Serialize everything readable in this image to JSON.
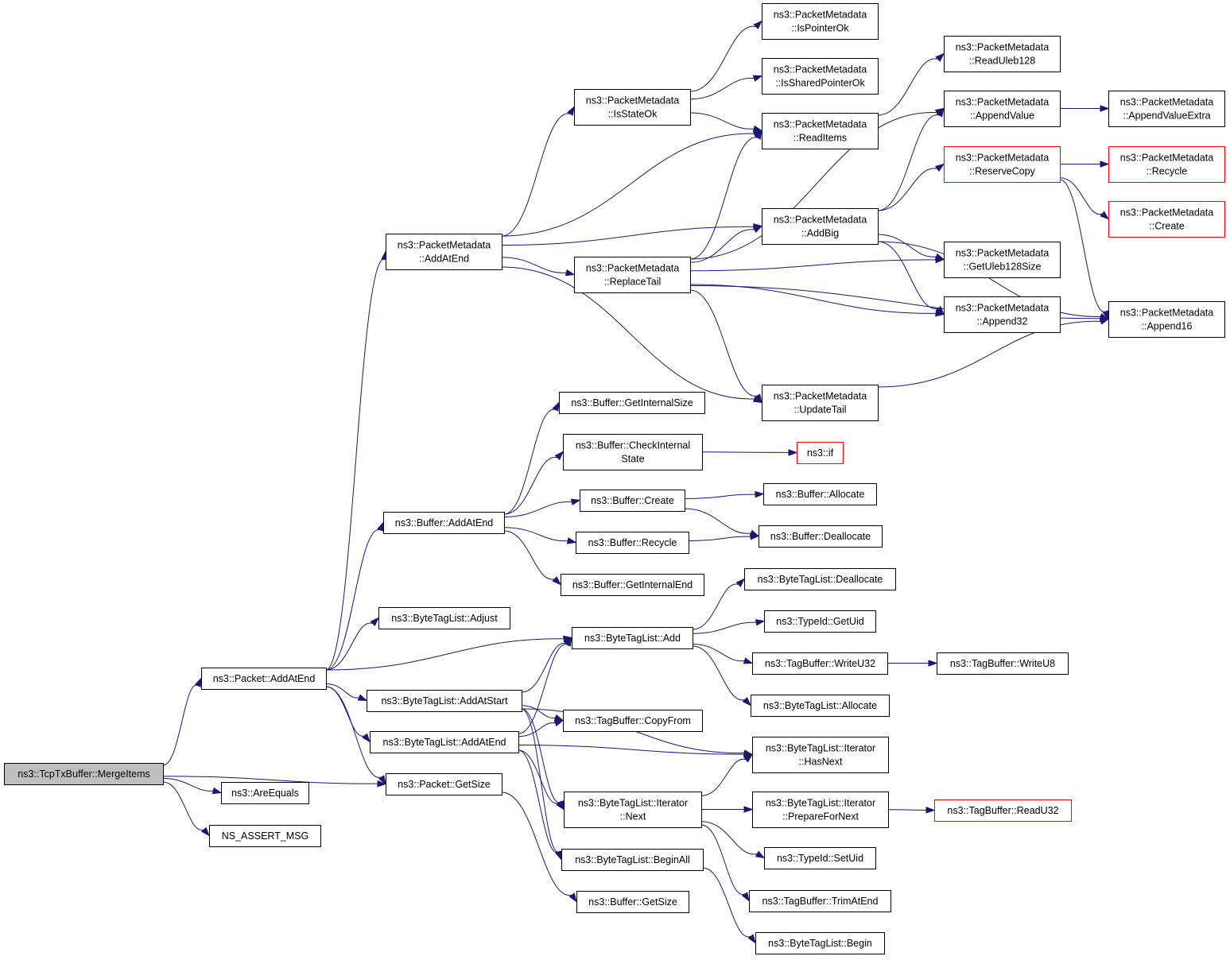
{
  "diagram": {
    "colors": {
      "edge": "#191970",
      "node_border": "#000000",
      "truncated_border": "#ff0000",
      "root_fill": "#bfbfbf"
    },
    "nodes": [
      {
        "id": "merge",
        "lines": [
          "ns3::TcpTxBuffer::MergeItems"
        ],
        "style": "root"
      },
      {
        "id": "pkt_addatend",
        "lines": [
          "ns3::Packet::AddAtEnd"
        ]
      },
      {
        "id": "areequals",
        "lines": [
          "ns3::AreEquals"
        ]
      },
      {
        "id": "nsassert",
        "lines": [
          "NS_ASSERT_MSG"
        ]
      },
      {
        "id": "pkt_getsize",
        "lines": [
          "ns3::Packet::GetSize"
        ]
      },
      {
        "id": "pm_addatend",
        "lines": [
          "ns3::PacketMetadata",
          "::AddAtEnd"
        ]
      },
      {
        "id": "buf_addatend",
        "lines": [
          "ns3::Buffer::AddAtEnd"
        ]
      },
      {
        "id": "btl_adjust",
        "lines": [
          "ns3::ByteTagList::Adjust"
        ]
      },
      {
        "id": "btl_addatstart",
        "lines": [
          "ns3::ByteTagList::AddAtStart"
        ]
      },
      {
        "id": "btl_addatend",
        "lines": [
          "ns3::ByteTagList::AddAtEnd"
        ]
      },
      {
        "id": "pm_isstateok",
        "lines": [
          "ns3::PacketMetadata",
          "::IsStateOk"
        ]
      },
      {
        "id": "pm_replacetail",
        "lines": [
          "ns3::PacketMetadata",
          "::ReplaceTail"
        ]
      },
      {
        "id": "pm_ispointerok",
        "lines": [
          "ns3::PacketMetadata",
          "::IsPointerOk"
        ]
      },
      {
        "id": "pm_issharedpointerok",
        "lines": [
          "ns3::PacketMetadata",
          "::IsSharedPointerOk"
        ]
      },
      {
        "id": "pm_readitems",
        "lines": [
          "ns3::PacketMetadata",
          "::ReadItems"
        ]
      },
      {
        "id": "pm_addbig",
        "lines": [
          "ns3::PacketMetadata",
          "::AddBig"
        ]
      },
      {
        "id": "pm_updatetail",
        "lines": [
          "ns3::PacketMetadata",
          "::UpdateTail"
        ]
      },
      {
        "id": "pm_readuleb128",
        "lines": [
          "ns3::PacketMetadata",
          "::ReadUleb128"
        ]
      },
      {
        "id": "pm_appendvalue",
        "lines": [
          "ns3::PacketMetadata",
          "::AppendValue"
        ]
      },
      {
        "id": "pm_reservecopy",
        "lines": [
          "ns3::PacketMetadata",
          "::ReserveCopy"
        ],
        "style": "trunc"
      },
      {
        "id": "pm_getuleb128size",
        "lines": [
          "ns3::PacketMetadata",
          "::GetUleb128Size"
        ]
      },
      {
        "id": "pm_append32",
        "lines": [
          "ns3::PacketMetadata",
          "::Append32"
        ]
      },
      {
        "id": "pm_appendvalueextra",
        "lines": [
          "ns3::PacketMetadata",
          "::AppendValueExtra"
        ]
      },
      {
        "id": "pm_recycle",
        "lines": [
          "ns3::PacketMetadata",
          "::Recycle"
        ],
        "style": "trunc"
      },
      {
        "id": "pm_create",
        "lines": [
          "ns3::PacketMetadata",
          "::Create"
        ],
        "style": "trunc"
      },
      {
        "id": "pm_append16",
        "lines": [
          "ns3::PacketMetadata",
          "::Append16"
        ]
      },
      {
        "id": "buf_getinternalsize",
        "lines": [
          "ns3::Buffer::GetInternalSize"
        ]
      },
      {
        "id": "buf_checkinternal",
        "lines": [
          "ns3::Buffer::CheckInternal",
          "State"
        ]
      },
      {
        "id": "buf_create",
        "lines": [
          "ns3::Buffer::Create"
        ]
      },
      {
        "id": "buf_recycle",
        "lines": [
          "ns3::Buffer::Recycle"
        ]
      },
      {
        "id": "buf_getinternalend",
        "lines": [
          "ns3::Buffer::GetInternalEnd"
        ]
      },
      {
        "id": "ns3_if",
        "lines": [
          "ns3::if"
        ],
        "style": "trunc"
      },
      {
        "id": "buf_allocate",
        "lines": [
          "ns3::Buffer::Allocate"
        ]
      },
      {
        "id": "buf_deallocate",
        "lines": [
          "ns3::Buffer::Deallocate"
        ]
      },
      {
        "id": "btl_add",
        "lines": [
          "ns3::ByteTagList::Add"
        ]
      },
      {
        "id": "tb_copyfrom",
        "lines": [
          "ns3::TagBuffer::CopyFrom"
        ]
      },
      {
        "id": "btli_next",
        "lines": [
          "ns3::ByteTagList::Iterator",
          "::Next"
        ]
      },
      {
        "id": "btl_beginall",
        "lines": [
          "ns3::ByteTagList::BeginAll"
        ]
      },
      {
        "id": "buf_getsize",
        "lines": [
          "ns3::Buffer::GetSize"
        ]
      },
      {
        "id": "btl_deallocate",
        "lines": [
          "ns3::ByteTagList::Deallocate"
        ]
      },
      {
        "id": "typeid_getuid",
        "lines": [
          "ns3::TypeId::GetUid"
        ]
      },
      {
        "id": "tb_writeu32",
        "lines": [
          "ns3::TagBuffer::WriteU32"
        ]
      },
      {
        "id": "btl_allocate",
        "lines": [
          "ns3::ByteTagList::Allocate"
        ]
      },
      {
        "id": "btli_hasnext",
        "lines": [
          "ns3::ByteTagList::Iterator",
          "::HasNext"
        ]
      },
      {
        "id": "btli_preparefornext",
        "lines": [
          "ns3::ByteTagList::Iterator",
          "::PrepareForNext"
        ]
      },
      {
        "id": "typeid_setuid",
        "lines": [
          "ns3::TypeId::SetUid"
        ]
      },
      {
        "id": "tb_trimatend",
        "lines": [
          "ns3::TagBuffer::TrimAtEnd"
        ]
      },
      {
        "id": "btl_begin",
        "lines": [
          "ns3::ByteTagList::Begin"
        ]
      },
      {
        "id": "tb_writeu8",
        "lines": [
          "ns3::TagBuffer::WriteU8"
        ]
      },
      {
        "id": "tb_readu32",
        "lines": [
          "ns3::TagBuffer::ReadU32"
        ],
        "style": "trunc"
      }
    ],
    "edges": [
      [
        "merge",
        "pkt_addatend"
      ],
      [
        "merge",
        "areequals"
      ],
      [
        "merge",
        "nsassert"
      ],
      [
        "merge",
        "pkt_getsize"
      ],
      [
        "pkt_addatend",
        "pm_addatend"
      ],
      [
        "pkt_addatend",
        "buf_addatend"
      ],
      [
        "pkt_addatend",
        "btl_adjust"
      ],
      [
        "pkt_addatend",
        "btl_add"
      ],
      [
        "pkt_addatend",
        "btl_addatstart"
      ],
      [
        "pkt_addatend",
        "btl_addatend"
      ],
      [
        "pkt_addatend",
        "pkt_getsize"
      ],
      [
        "pm_addatend",
        "pm_isstateok"
      ],
      [
        "pm_addatend",
        "pm_readitems"
      ],
      [
        "pm_addatend",
        "pm_addbig"
      ],
      [
        "pm_addatend",
        "pm_replacetail"
      ],
      [
        "pm_addatend",
        "pm_updatetail"
      ],
      [
        "pm_isstateok",
        "pm_ispointerok"
      ],
      [
        "pm_isstateok",
        "pm_issharedpointerok"
      ],
      [
        "pm_isstateok",
        "pm_readitems"
      ],
      [
        "pm_readitems",
        "pm_readuleb128"
      ],
      [
        "pm_replacetail",
        "pm_readitems"
      ],
      [
        "pm_replacetail",
        "pm_appendvalue"
      ],
      [
        "pm_replacetail",
        "pm_addbig"
      ],
      [
        "pm_replacetail",
        "pm_getuleb128size"
      ],
      [
        "pm_replacetail",
        "pm_append32"
      ],
      [
        "pm_replacetail",
        "pm_append16"
      ],
      [
        "pm_replacetail",
        "pm_updatetail"
      ],
      [
        "pm_addbig",
        "pm_appendvalue"
      ],
      [
        "pm_addbig",
        "pm_reservecopy"
      ],
      [
        "pm_addbig",
        "pm_getuleb128size"
      ],
      [
        "pm_addbig",
        "pm_append32"
      ],
      [
        "pm_addbig",
        "pm_append16"
      ],
      [
        "pm_appendvalue",
        "pm_appendvalueextra"
      ],
      [
        "pm_reservecopy",
        "pm_recycle"
      ],
      [
        "pm_reservecopy",
        "pm_create"
      ],
      [
        "pm_reservecopy",
        "pm_append16"
      ],
      [
        "pm_updatetail",
        "pm_append16"
      ],
      [
        "buf_addatend",
        "buf_getinternalsize"
      ],
      [
        "buf_addatend",
        "buf_checkinternal"
      ],
      [
        "buf_addatend",
        "buf_create"
      ],
      [
        "buf_addatend",
        "buf_recycle"
      ],
      [
        "buf_addatend",
        "buf_getinternalend"
      ],
      [
        "buf_checkinternal",
        "ns3_if"
      ],
      [
        "buf_create",
        "buf_allocate"
      ],
      [
        "buf_create",
        "buf_deallocate"
      ],
      [
        "buf_recycle",
        "buf_deallocate"
      ],
      [
        "btl_add",
        "btl_deallocate"
      ],
      [
        "btl_add",
        "typeid_getuid"
      ],
      [
        "btl_add",
        "tb_writeu32"
      ],
      [
        "btl_add",
        "btl_allocate"
      ],
      [
        "tb_writeu32",
        "tb_writeu8"
      ],
      [
        "btl_addatstart",
        "btl_add"
      ],
      [
        "btl_addatstart",
        "tb_copyfrom"
      ],
      [
        "btl_addatstart",
        "btli_hasnext"
      ],
      [
        "btl_addatstart",
        "btli_next"
      ],
      [
        "btl_addatstart",
        "btl_beginall"
      ],
      [
        "btl_addatend",
        "btl_add"
      ],
      [
        "btl_addatend",
        "tb_copyfrom"
      ],
      [
        "btl_addatend",
        "btli_hasnext"
      ],
      [
        "btl_addatend",
        "btli_next"
      ],
      [
        "btl_addatend",
        "btl_beginall"
      ],
      [
        "btli_next",
        "btli_hasnext"
      ],
      [
        "btli_next",
        "btli_preparefornext"
      ],
      [
        "btli_next",
        "typeid_setuid"
      ],
      [
        "btli_next",
        "tb_trimatend"
      ],
      [
        "btli_preparefornext",
        "tb_readu32"
      ],
      [
        "btl_beginall",
        "btl_begin"
      ],
      [
        "pkt_getsize",
        "buf_getsize"
      ]
    ]
  }
}
